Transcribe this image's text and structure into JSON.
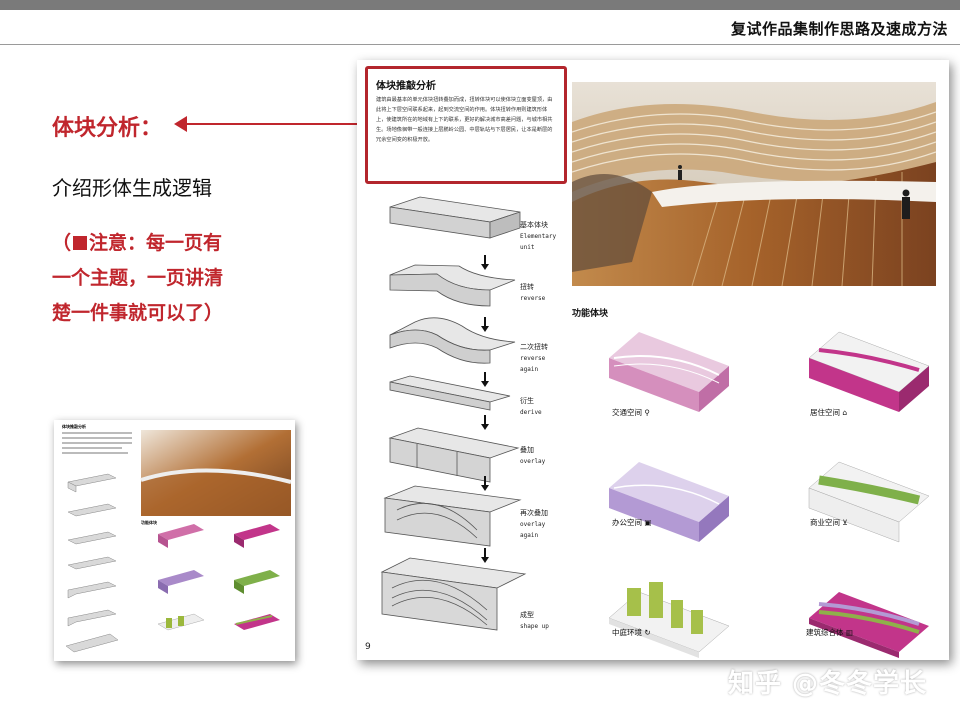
{
  "header": {
    "title": "复试作品集制作思路及速成方法"
  },
  "left": {
    "section_title": "体块分析：",
    "subtitle": "介绍形体生成逻辑",
    "note_line1_open": "（",
    "note_line1_rest": "注意：每一页有",
    "note_line2": "一个主题，一页讲清",
    "note_line3": "楚一件事就可以了）"
  },
  "page": {
    "callout_title": "体块推敲分析",
    "callout_text": "建筑由最基本的单元体块扭转叠加而成，扭转体块可以使体块立面变屋顶，由此将上下层空间联系起来，起到交流空间的作用。体块扭转作用则建筑形体上，使建筑所在的地域有上下的联系，更好的解决城市高差问题，与城市相共生。场地像徊带一般连接上层鹏岭公园、中层轨站与下层居民，让本是断层的冗余空间变的积极开放。",
    "steps": [
      {
        "cn": "基本体块",
        "en": "Elementary\nunit"
      },
      {
        "cn": "扭转",
        "en": "reverse"
      },
      {
        "cn": "二次扭转",
        "en": "reverse\nagain"
      },
      {
        "cn": "衍生",
        "en": "derive"
      },
      {
        "cn": "叠加",
        "en": "overlay"
      },
      {
        "cn": "再次叠加",
        "en": "overlay\nagain"
      },
      {
        "cn": "成型",
        "en": "shape up"
      }
    ],
    "function_title": "功能体块",
    "functions": [
      {
        "label": "交通空间",
        "icon": "bicycle-icon"
      },
      {
        "label": "居住空间",
        "icon": "house-icon"
      },
      {
        "label": "办公空间",
        "icon": "briefcase-icon"
      },
      {
        "label": "商业空间",
        "icon": "cart-icon"
      },
      {
        "label": "中庭环境",
        "icon": "recycle-icon"
      },
      {
        "label": "建筑综合体",
        "icon": "building-icon"
      }
    ],
    "page_number": "9"
  },
  "thumbnail": {
    "title": "体块推敲分析",
    "function_title": "功能体块"
  },
  "watermark": "知乎 @冬冬学长",
  "colors": {
    "accent": "#c0262d",
    "pink": "#d06fa8",
    "purple": "#a98ac9",
    "green": "#8fb04a",
    "wood": "#b0702e"
  }
}
